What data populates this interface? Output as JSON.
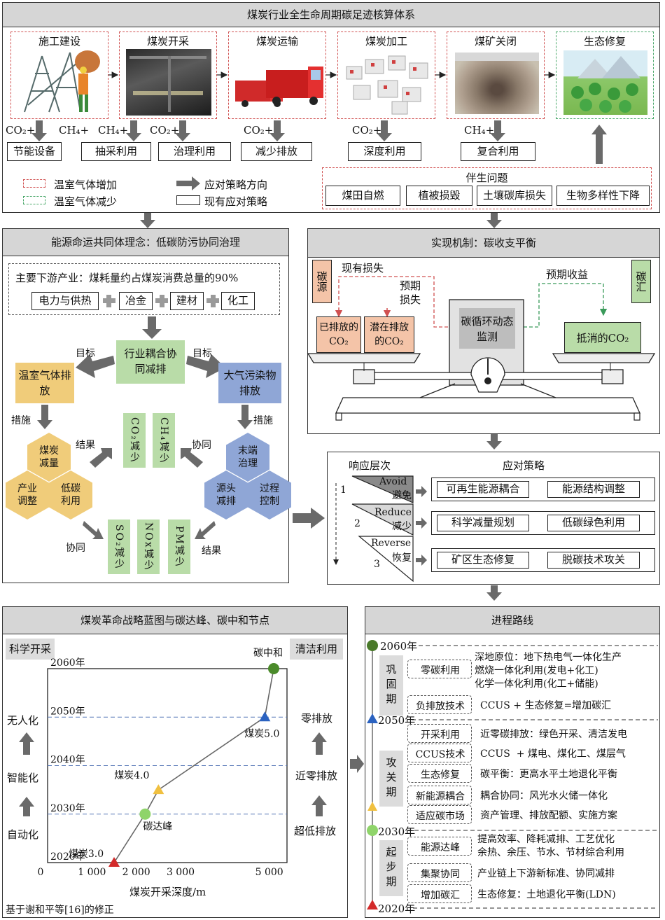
{
  "top": {
    "title": "煤炭行业全生命周期碳足迹核算体系",
    "stages": [
      "施工建设",
      "煤炭开采",
      "煤炭运输",
      "煤炭加工",
      "煤矿关闭",
      "生态修复"
    ],
    "gas_labels": [
      "CO₂+",
      "CH₄+",
      "CH₄+",
      "CO₂+",
      "CO₂+",
      "CO₂+",
      "CH₄+"
    ],
    "strategies": [
      "节能设备",
      "抽采利用",
      "治理利用",
      "减少排放",
      "深度利用",
      "复合利用"
    ],
    "legend": {
      "red": "温室气体增加",
      "green": "温室气体减少",
      "arrow": "应对策略方向",
      "box": "现有应对策略"
    },
    "issues_title": "伴生问题",
    "issues": [
      "煤田自燃",
      "植被损毁",
      "土壤碳库损失",
      "生物多样性下降"
    ]
  },
  "left_mid": {
    "title": "能源命运共同体理念：低碳防污协同治理",
    "industry_note": "主要下游产业：煤耗量约占煤炭消费总量的90%",
    "industries": [
      "电力与供热",
      "冶金",
      "建材",
      "化工"
    ],
    "center": "行业耦合协同减排",
    "target": "目标",
    "ghg": "温室气体排放",
    "air": "大气污染物排放",
    "measure": "措施",
    "result": "结果",
    "synergy": "协同",
    "hex_left": [
      "煤炭减量",
      "产业调整",
      "低碳利用"
    ],
    "hex_right": [
      "末端治理",
      "源头减排",
      "过程控制"
    ],
    "reduce_top": [
      "CO₂减少",
      "CH₄减少"
    ],
    "reduce_bottom": [
      "SO₂减少",
      "NOx减少",
      "PM减少"
    ]
  },
  "right_mid": {
    "title": "实现机制：碳收支平衡",
    "source": "碳源",
    "sink": "碳汇",
    "existing_loss": "现有损失",
    "expected_loss": "预期损失",
    "expected_gain": "预期收益",
    "emitted": "已排放的CO₂",
    "potential": "潜在排放的CO₂",
    "monitor": "碳循环动态监测",
    "offset": "抵消的CO₂"
  },
  "response": {
    "level_title": "响应层次",
    "strategy_title": "应对策略",
    "levels": [
      {
        "num": "1",
        "en": "Avoid",
        "zh": "避免",
        "s1": "可再生能源耦合",
        "s2": "能源结构调整"
      },
      {
        "num": "2",
        "en": "Reduce",
        "zh": "减少",
        "s1": "科学减量规划",
        "s2": "低碳绿色利用"
      },
      {
        "num": "3",
        "en": "Reverse",
        "zh": "恢复",
        "s1": "矿区生态修复",
        "s2": "脱碳技术攻关"
      }
    ]
  },
  "blueprint": {
    "title": "煤炭革命战略蓝图与碳达峰、碳中和节点",
    "left_tag": "科学开采",
    "right_tag": "清洁利用",
    "left_stages": [
      "无人化",
      "智能化",
      "自动化"
    ],
    "right_stages": [
      "零排放",
      "近零排放",
      "超低排放"
    ],
    "xlabel": "煤炭开采深度/m",
    "note": "基于谢和平等[16]的修正",
    "note_ref": "[16]"
  },
  "chart_data": {
    "type": "line",
    "x": [
      1500,
      2200,
      2500,
      4900,
      5100
    ],
    "y": [
      2020,
      2030,
      2035,
      2050,
      2060
    ],
    "point_labels": [
      "煤炭3.0",
      "碳达峰",
      "煤炭4.0",
      "煤炭5.0",
      "碳中和"
    ],
    "point_shapes": [
      "triangle",
      "circle",
      "triangle",
      "triangle",
      "circle"
    ],
    "point_colors": [
      "#d32a2a",
      "#8fd46a",
      "#f0c040",
      "#2b62c0",
      "#4a8a2a"
    ],
    "xticks": [
      "0",
      "1 000",
      "2 000",
      "3 000",
      "5 000"
    ],
    "yticks": [
      "2020年",
      "2030年",
      "2040年",
      "2050年",
      "2060年"
    ],
    "xlim": [
      0,
      5400
    ],
    "ylim": [
      2020,
      2060
    ],
    "xlabel": "煤炭开采深度/m"
  },
  "roadmap": {
    "title": "进程路线",
    "years": [
      "2060年",
      "2050年",
      "2030年",
      "2020年"
    ],
    "phases": [
      "巩固期",
      "攻关期",
      "起步期"
    ],
    "rows": [
      {
        "tag": "零碳利用",
        "text": "深地原位：地下热电气一体化生产\n燃烧一体化利用(发电+化工)\n化学一体化利用(化工+储能)"
      },
      {
        "tag": "负排放技术",
        "text": "CCUS + 生态修复=增加碳汇"
      },
      {
        "tag": "开采利用",
        "text": "近零碳排放：绿色开采、清洁发电"
      },
      {
        "tag": "CCUS技术",
        "text": "CCUS  + 煤电、煤化工、煤层气"
      },
      {
        "tag": "生态修复",
        "text": "碳平衡：更高水平土地退化平衡"
      },
      {
        "tag": "新能源耦合",
        "text": "耦合协同：风光水火储一体化"
      },
      {
        "tag": "适应碳市场",
        "text": "资产管理、排放配额、实施方案"
      },
      {
        "tag": "能源达峰",
        "text": "提高效率、降耗减排、工艺优化\n余热、余压、节水、节材综合利用"
      },
      {
        "tag": "集聚协同",
        "text": "产业链上下游新标准、协同减排"
      },
      {
        "tag": "增加碳汇",
        "text": "生态修复：土地退化平衡(LDN)"
      }
    ]
  }
}
